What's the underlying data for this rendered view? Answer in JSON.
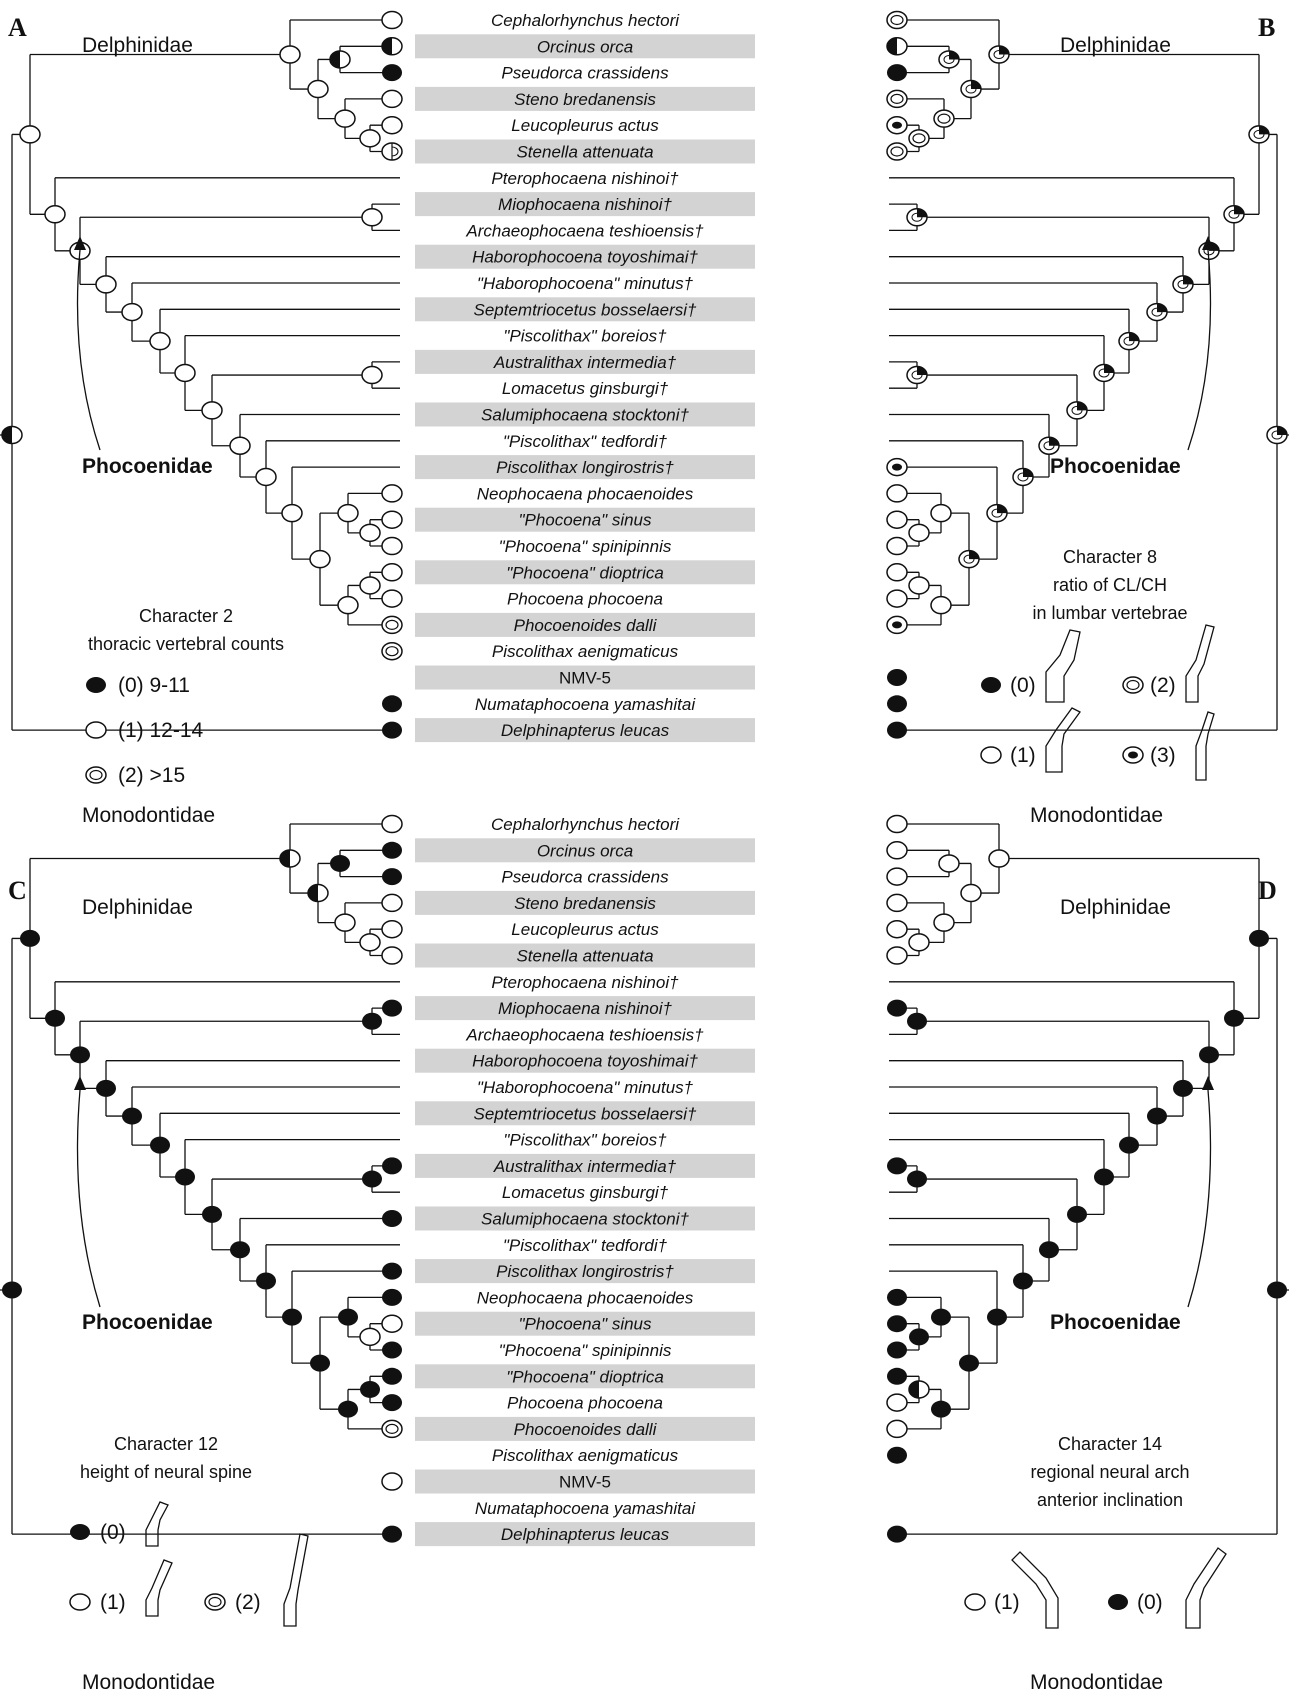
{
  "panels": {
    "A": {
      "letter": "A",
      "top_clade": "Delphinidae",
      "mid_clade": "Phocoenidae",
      "bottom_clade": "Monodontidae",
      "legend_title": "Character 2",
      "legend_subtitle": "thoracic vertebral counts",
      "legend_items": [
        "(0) 9-11",
        "(1) 12-14",
        "(2) >15"
      ]
    },
    "B": {
      "letter": "B",
      "top_clade": "Delphinidae",
      "mid_clade": "Phocoenidae",
      "bottom_clade": "Monodontidae",
      "legend_title": "Character 8",
      "legend_line2": "ratio of CL/CH",
      "legend_line3": "in lumbar vertebrae",
      "legend_items": [
        "(0)",
        "(1)",
        "(2)",
        "(3)"
      ]
    },
    "C": {
      "letter": "C",
      "top_clade": "Delphinidae",
      "mid_clade": "Phocoenidae",
      "bottom_clade": "Monodontidae",
      "legend_title": "Character 12",
      "legend_subtitle": "height of neural spine",
      "legend_items": [
        "(0)",
        "(1)",
        "(2)"
      ]
    },
    "D": {
      "letter": "D",
      "top_clade": "Delphinidae",
      "mid_clade": "Phocoenidae",
      "bottom_clade": "Monodontidae",
      "legend_title": "Character 14",
      "legend_line2": "regional neural arch",
      "legend_line3": "anterior inclination",
      "legend_items": [
        "(1)",
        "(0)"
      ]
    }
  },
  "taxa": [
    "Cephalorhynchus hectori",
    "Orcinus orca",
    "Pseudorca crassidens",
    "Steno bredanensis",
    "Leucopleurus actus",
    "Stenella attenuata",
    "Pterophocaena nishinoi†",
    "Miophocaena nishinoi†",
    "Archaeophocaena teshioensis†",
    "Haborophocoena toyoshimai†",
    "\"Haborophocoena\" minutus†",
    "Septemtriocetus bosselaersi†",
    "\"Piscolithax\" boreios†",
    "Australithax intermedia†",
    "Lomacetus ginsburgi†",
    "Salumiphocaena stocktoni†",
    "\"Piscolithax\" tedfordi†",
    "Piscolithax longirostris†",
    "Neophocaena phocaenoides",
    "\"Phocoena\" sinus",
    "\"Phocoena\" spinipinnis",
    "\"Phocoena\" dioptrica",
    "Phocoena phocoena",
    "Phocoenoides dalli",
    "Piscolithax aenigmaticus",
    "NMV-5",
    "Numataphocoena yamashitai",
    "Delphinapterus leucas"
  ],
  "taxa_bottom": [
    "Cephalorhynchus hectori",
    "Orcinus orca",
    "Pseudorca crassidens",
    "Steno bredanensis",
    "Leucopleurus actus",
    "Stenella attenuata",
    "Pterophocaena nishinoi†",
    "Miophocaena nishinoi†",
    "Archaeophocaena teshioensis†",
    "Haborophocoena toyoshimai†",
    "\"Haborophocoena\" minutus†",
    "Septemtriocetus bosselaersi†",
    "\"Piscolithax\" boreios†",
    "Australithax intermedia†",
    "Lomacetus ginsburgi†",
    "Salumiphocaena stocktoni†",
    "\"Piscolithax\" tedfordi†",
    "Piscolithax longirostris†",
    "Neophocaena phocaenoides",
    "\"Phocoena\" sinus",
    "\"Phocoena\" spinipinnis",
    "\"Phocoena\" dioptrica",
    "Phocoena phocoena",
    "Phocoenoides dalli",
    "Piscolithax aenigmaticus",
    "NMV-5",
    "Numataphocoena yamashitai",
    "Delphinapterus leucas"
  ],
  "character_states": {
    "A_tips": [
      "1",
      "0/1",
      "0",
      "1",
      "1",
      "1/2",
      "",
      "",
      "",
      "",
      "",
      "",
      "",
      "",
      "",
      "",
      "",
      "",
      "1",
      "1",
      "1",
      "1",
      "1",
      "2",
      "2",
      "",
      "0",
      "0"
    ],
    "B_tips": [
      "2",
      "1/0",
      "0",
      "2",
      "3",
      "2",
      "",
      "",
      "",
      "",
      "",
      "",
      "",
      "",
      "",
      "",
      "",
      "3",
      "1",
      "1",
      "1",
      "1",
      "1",
      "3",
      "",
      "0",
      "0",
      "0"
    ],
    "C_tips": [
      "1",
      "0",
      "0",
      "1",
      "1",
      "1",
      "",
      "0",
      "",
      "",
      "",
      "",
      "",
      "0",
      "",
      "0",
      "",
      "0",
      "0",
      "1",
      "0",
      "0",
      "0",
      "2",
      "",
      "1",
      "",
      "0"
    ],
    "D_tips": [
      "1",
      "1",
      "1",
      "1",
      "1",
      "1",
      "",
      "0",
      "",
      "",
      "",
      "",
      "",
      "0",
      "",
      "",
      "",
      "",
      "0",
      "0",
      "0",
      "0",
      "1",
      "1",
      "0",
      "",
      "",
      "0"
    ]
  }
}
